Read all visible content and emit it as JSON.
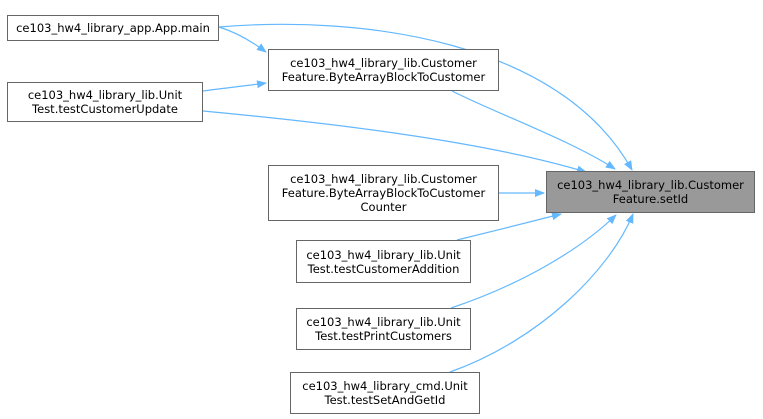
{
  "colors": {
    "edge": "#63B8FF",
    "focus_fill": "#999999",
    "border": "#666666"
  },
  "nodes": {
    "setid": {
      "lines": [
        "ce103_hw4_library_lib.Customer",
        "Feature.setId"
      ]
    },
    "app_main": {
      "lines": [
        "ce103_hw4_library_app.App.main"
      ]
    },
    "byte_to_customer": {
      "lines": [
        "ce103_hw4_library_lib.Customer",
        "Feature.ByteArrayBlockToCustomer"
      ]
    },
    "test_customer_update": {
      "lines": [
        "ce103_hw4_library_lib.Unit",
        "Test.testCustomerUpdate"
      ]
    },
    "byte_to_customer_counter": {
      "lines": [
        "ce103_hw4_library_lib.Customer",
        "Feature.ByteArrayBlockToCustomer",
        "Counter"
      ]
    },
    "test_customer_addition": {
      "lines": [
        "ce103_hw4_library_lib.Unit",
        "Test.testCustomerAddition"
      ]
    },
    "test_print_customers": {
      "lines": [
        "ce103_hw4_library_lib.Unit",
        "Test.testPrintCustomers"
      ]
    },
    "test_set_and_get_id": {
      "lines": [
        "ce103_hw4_library_cmd.Unit",
        "Test.testSetAndGetId"
      ]
    }
  }
}
